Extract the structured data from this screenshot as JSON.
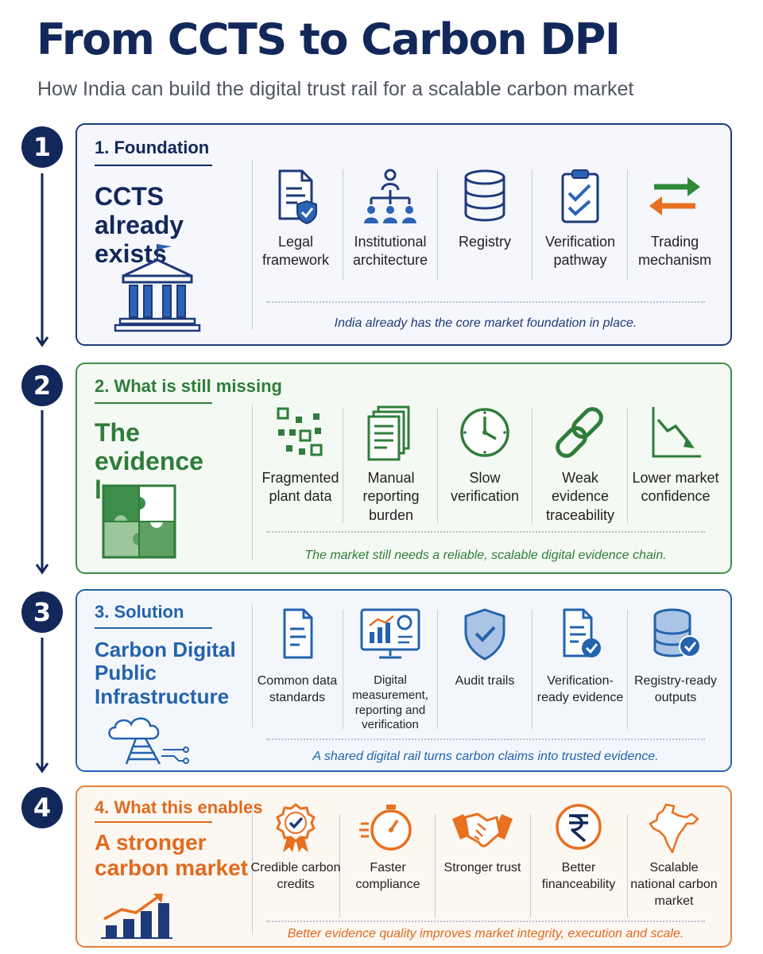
{
  "header": {
    "title": "From CCTS to Carbon DPI",
    "subtitle": "How India can build the digital trust rail for a scalable carbon market"
  },
  "colors": {
    "navy": "#13285a",
    "green": "#2f7d3a",
    "blue": "#2463ad",
    "orange": "#e06a1f"
  },
  "sections": [
    {
      "number": "1",
      "heading": "1.  Foundation",
      "headline": "CCTS already exists",
      "illustration_icon": "government-building-icon",
      "items": [
        {
          "icon": "legal-document-shield-icon",
          "label": "Legal framework"
        },
        {
          "icon": "org-chart-icon",
          "label": "Institutional architecture"
        },
        {
          "icon": "database-icon",
          "label": "Registry"
        },
        {
          "icon": "clipboard-check-icon",
          "label": "Verification pathway"
        },
        {
          "icon": "exchange-arrows-icon",
          "label": "Trading mechanism"
        }
      ],
      "note": "India already has the core market foundation in place."
    },
    {
      "number": "2",
      "heading": "2.  What is still missing",
      "headline": "The evidence layer",
      "illustration_icon": "puzzle-icon",
      "items": [
        {
          "icon": "scattered-squares-icon",
          "label": "Fragmented plant data"
        },
        {
          "icon": "stacked-documents-icon",
          "label": "Manual reporting burden"
        },
        {
          "icon": "clock-icon",
          "label": "Slow verification"
        },
        {
          "icon": "chain-link-icon",
          "label": "Weak evidence traceability"
        },
        {
          "icon": "declining-chart-icon",
          "label": "Lower market confidence"
        }
      ],
      "note": "The market still needs a reliable, scalable digital evidence chain."
    },
    {
      "number": "3",
      "heading": "3.  Solution",
      "headline": "Carbon Digital Public Infrastructure",
      "illustration_icon": "cloud-rail-icon",
      "items": [
        {
          "icon": "document-icon",
          "label": "Common data standards"
        },
        {
          "icon": "monitor-dashboard-icon",
          "label": "Digital measurement, reporting and verification"
        },
        {
          "icon": "shield-check-icon",
          "label": "Audit trails"
        },
        {
          "icon": "document-check-icon",
          "label": "Verification-ready evidence"
        },
        {
          "icon": "database-check-icon",
          "label": "Registry-ready outputs"
        }
      ],
      "note": "A shared digital rail turns carbon claims into trusted evidence."
    },
    {
      "number": "4",
      "heading": "4.  What this enables",
      "headline": "A stronger carbon market",
      "illustration_icon": "rising-bar-chart-icon",
      "items": [
        {
          "icon": "award-badge-icon",
          "label": "Credible carbon credits"
        },
        {
          "icon": "stopwatch-icon",
          "label": "Faster compliance"
        },
        {
          "icon": "handshake-icon",
          "label": "Stronger trust"
        },
        {
          "icon": "rupee-icon",
          "label": "Better financeability"
        },
        {
          "icon": "india-map-icon",
          "label": "Scalable national carbon market"
        }
      ],
      "note": "Better evidence quality improves market integrity, execution and scale."
    }
  ]
}
